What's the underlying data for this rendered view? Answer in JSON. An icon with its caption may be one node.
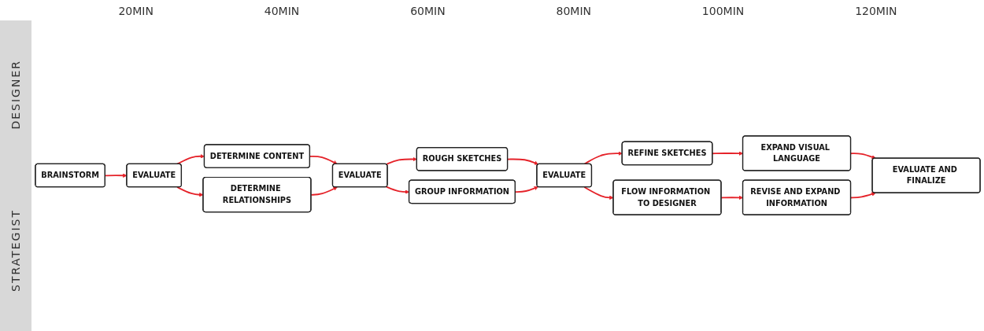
{
  "diagram": {
    "nodes": [
      {
        "text": [
          "BRAINSTORM"
        ]
      },
      {
        "text": [
          "DETERMINE CONTENT"
        ]
      },
      {
        "text": [
          "EVALUATE"
        ]
      },
      {
        "text": [
          "DETERMINE RELATIONSHIPS"
        ]
      },
      {
        "text": [
          "ROUGH SKETCHES"
        ]
      },
      {
        "text": [
          "EVALUATE"
        ]
      },
      {
        "text": [
          "GROUP INFORMATION"
        ]
      },
      {
        "text": [
          "REFINE SKETCHES"
        ]
      },
      {
        "text": [
          "EVALUATE"
        ]
      },
      {
        "text": [
          "FLOW INFORMATION TO DESIGNER"
        ]
      },
      {
        "text": [
          "EXPAND VISUAL LANGUAGE"
        ]
      },
      {
        "text": [
          "REVISE AND EXPAND INFORMATION"
        ]
      },
      {
        "text": [
          "EVALUATE AND FINALIZE"
        ]
      }
    ],
    "edges": [
      {
        "from": 0,
        "to": 2,
        "arrow": "to"
      },
      {
        "from": 2,
        "to": 1,
        "arrow": "to"
      },
      {
        "from": 2,
        "to": 3,
        "arrow": "to"
      },
      {
        "from": 1,
        "to": 5,
        "arrow": "to"
      },
      {
        "from": 3,
        "to": 5,
        "arrow": "to"
      },
      {
        "from": 5,
        "to": 4,
        "arrow": "to"
      },
      {
        "from": 5,
        "to": 6,
        "arrow": "to"
      },
      {
        "from": 4,
        "to": 8,
        "arrow": "to"
      },
      {
        "from": 6,
        "to": 8,
        "arrow": "to"
      },
      {
        "from": 8,
        "to": 7,
        "arrow": "to"
      },
      {
        "from": 8,
        "to": 9,
        "arrow": "to"
      },
      {
        "from": 7,
        "to": 10,
        "arrow": "to"
      },
      {
        "from": 9,
        "to": 11,
        "arrow": "to"
      },
      {
        "from": 10,
        "to": 12,
        "arrow": "to"
      },
      {
        "from": 11,
        "to": 12,
        "arrow": "to"
      }
    ],
    "labels": [
      "20MIN",
      "40MIN",
      "60MIN",
      "80MIN",
      "100MIN",
      "120MIN",
      "DESIGNER",
      "STRATEGIST"
    ]
  }
}
